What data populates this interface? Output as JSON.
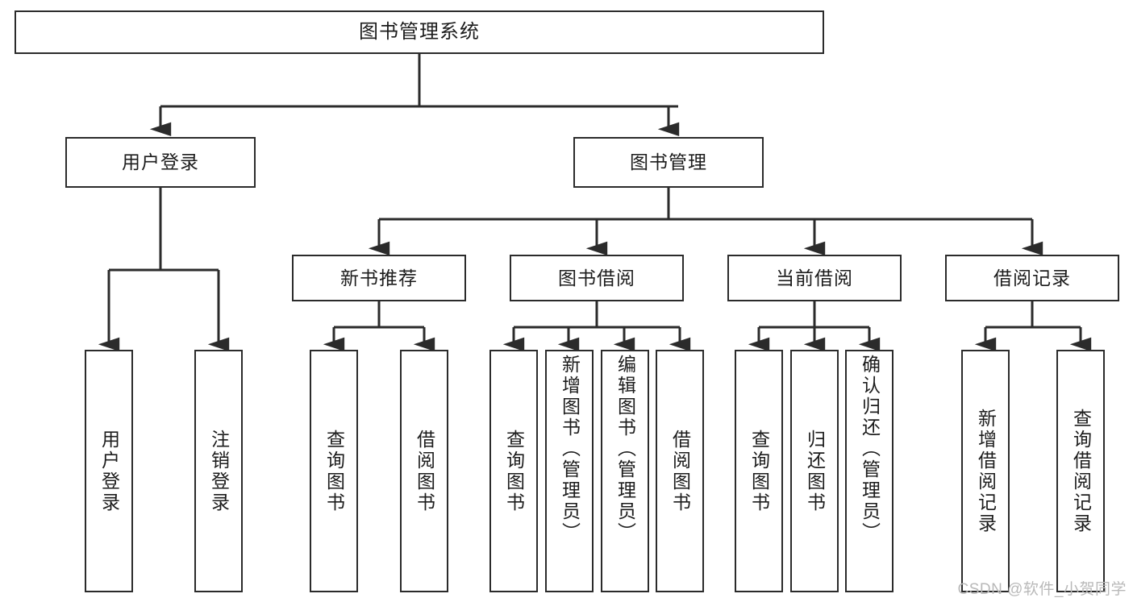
{
  "diagram": {
    "title": "图书管理系统",
    "type": "hierarchy-tree",
    "root": {
      "label": "图书管理系统"
    },
    "level2": [
      {
        "label": "用户登录"
      },
      {
        "label": "图书管理"
      }
    ],
    "level3": [
      {
        "label": "新书推荐"
      },
      {
        "label": "图书借阅"
      },
      {
        "label": "当前借阅"
      },
      {
        "label": "借阅记录"
      }
    ],
    "leaves": {
      "user_login": [
        {
          "label": "用户登录"
        },
        {
          "label": "注销登录"
        }
      ],
      "new_book_recommend": [
        {
          "label": "查询图书"
        },
        {
          "label": "借阅图书"
        }
      ],
      "book_borrow": [
        {
          "label": "查询图书"
        },
        {
          "label": "新增图书（管理员）"
        },
        {
          "label": "编辑图书（管理员）"
        },
        {
          "label": "借阅图书"
        }
      ],
      "current_borrow": [
        {
          "label": "查询图书"
        },
        {
          "label": "归还图书"
        },
        {
          "label": "确认归还（管理员）"
        }
      ],
      "borrow_record": [
        {
          "label": "新增借阅记录"
        },
        {
          "label": "查询借阅记录"
        }
      ]
    }
  },
  "watermark": {
    "text": "CSDN @软件_小贺同学"
  },
  "colors": {
    "border": "#2b2b2b",
    "background": "#ffffff",
    "text": "#1c1c1c",
    "watermark": "#b9b9b9"
  }
}
